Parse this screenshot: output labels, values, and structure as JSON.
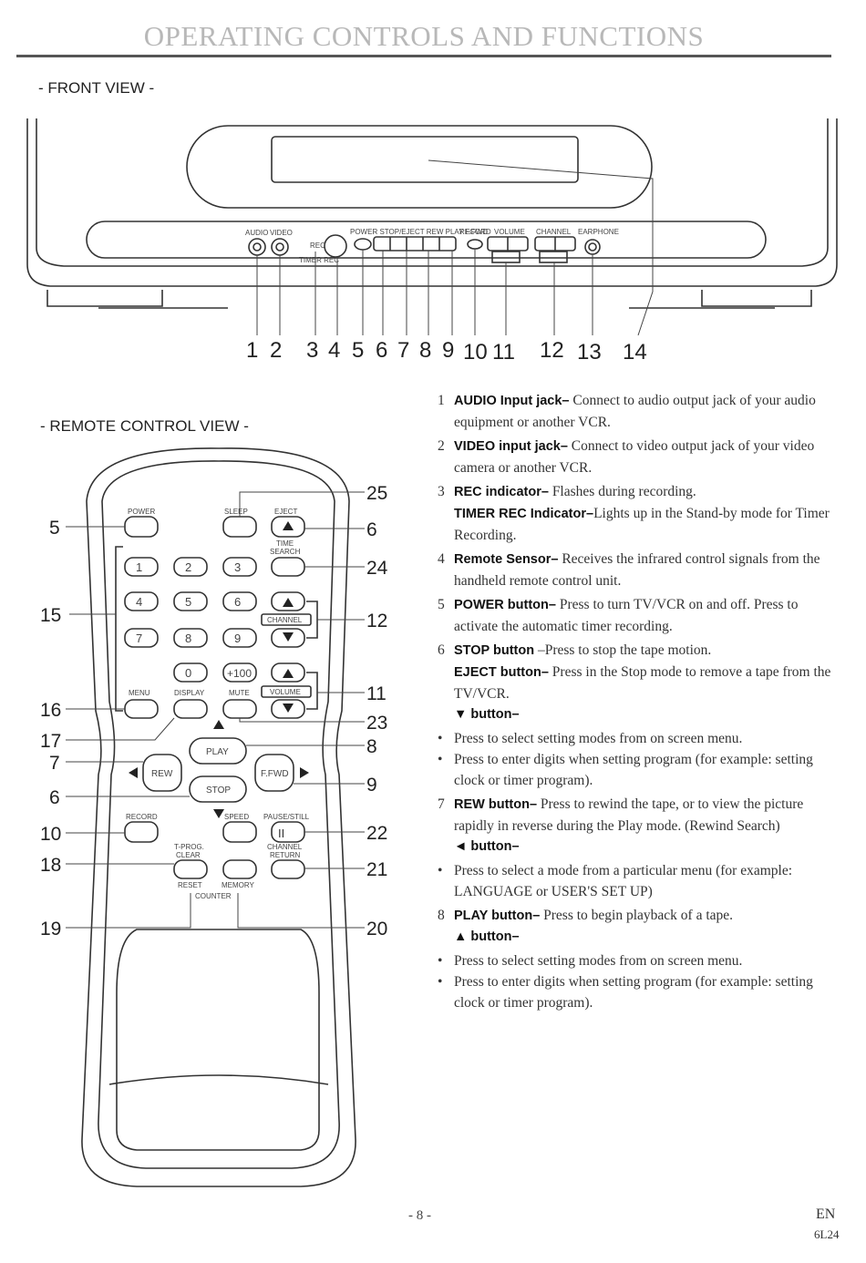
{
  "page_title": "OPERATING CONTROLS AND FUNCTIONS",
  "front_view_heading": "- FRONT VIEW -",
  "remote_view_heading": "- REMOTE CONTROL VIEW -",
  "front_numbers": [
    "1",
    "2",
    "3",
    "4",
    "5",
    "6",
    "7",
    "8",
    "9",
    "10",
    "11",
    "12",
    "13",
    "14"
  ],
  "front_labels": {
    "audio": "AUDIO",
    "video": "VIDEO",
    "rec": "REC",
    "timer_rec": "TIMER REC",
    "panel_buttons": "POWER STOP/EJECT REW PLAY F.FWD",
    "record": "RECORD",
    "volume": "VOLUME",
    "channel": "CHANNEL",
    "earphone": "EARPHONE"
  },
  "remote": {
    "power": "POWER",
    "sleep": "SLEEP",
    "eject": "EJECT",
    "time_search": "TIME\nSEARCH",
    "digits": [
      "1",
      "2",
      "3",
      "4",
      "5",
      "6",
      "7",
      "8",
      "9",
      "0"
    ],
    "plus100": "+100",
    "channel": "CHANNEL",
    "volume": "VOLUME",
    "menu": "MENU",
    "display": "DISPLAY",
    "mute": "MUTE",
    "play": "PLAY",
    "rew": "REW",
    "ffwd": "F.FWD",
    "stop": "STOP",
    "record": "RECORD",
    "speed": "SPEED",
    "pause_still": "PAUSE/STILL",
    "tprog_clear": [
      "T-PROG.",
      "CLEAR"
    ],
    "channel_return": [
      "CHANNEL",
      "RETURN"
    ],
    "reset": "RESET",
    "memory": "MEMORY",
    "counter": "COUNTER"
  },
  "remote_callouts_left": [
    "5",
    "15",
    "16",
    "17",
    "7",
    "6",
    "10",
    "18",
    "19"
  ],
  "remote_callouts_right": [
    "25",
    "6",
    "24",
    "12",
    "11",
    "23",
    "8",
    "9",
    "22",
    "21",
    "20"
  ],
  "descriptions": [
    {
      "num": "1",
      "label": "AUDIO Input jack–",
      "text": " Connect to audio output jack of your audio equipment or another VCR."
    },
    {
      "num": "2",
      "label": "VIDEO input jack–",
      "text": " Connect to video output jack of your video camera or another VCR."
    },
    {
      "num": "3",
      "label": "REC indicator–",
      "text": " Flashes during recording.",
      "sub_label": "TIMER REC Indicator–",
      "sub_text": "Lights up in the Stand-by mode for Timer Recording."
    },
    {
      "num": "4",
      "label": "Remote Sensor–",
      "text": " Receives the infrared control signals from the handheld remote control unit."
    },
    {
      "num": "5",
      "label": "POWER button–",
      "text": " Press to turn TV/VCR on and off. Press to activate the automatic timer recording."
    },
    {
      "num": "6",
      "label": "STOP button",
      "text": " –Press to stop the tape motion.",
      "sub_label": "EJECT button–",
      "sub_text": " Press in the Stop mode to remove a tape from the TV/VCR."
    }
  ],
  "down_button": {
    "label": "▼ button–",
    "bullets": [
      "Press to select setting modes from on screen menu.",
      "Press to enter digits when setting program (for example: setting clock or timer program)."
    ]
  },
  "item7": {
    "num": "7",
    "label": "REW button–",
    "text": " Press to rewind the tape, or to view the picture rapidly in reverse during the Play mode. (Rewind Search)"
  },
  "left_button": {
    "label": "◄ button–",
    "bullets": [
      "Press to select a mode from a particular menu (for example: LANGUAGE or USER'S SET UP)"
    ]
  },
  "item8": {
    "num": "8",
    "label": "PLAY button–",
    "text": " Press to begin playback of a tape."
  },
  "up_button": {
    "label": "▲ button–",
    "bullets": [
      "Press to select setting modes from on screen menu.",
      "Press to enter digits when setting program (for example: setting clock or timer program)."
    ]
  },
  "footer": {
    "page": "- 8 -",
    "lang": "EN",
    "code": "6L24"
  }
}
